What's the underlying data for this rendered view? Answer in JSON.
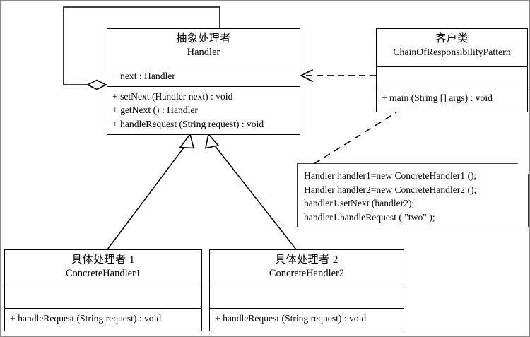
{
  "diagram": {
    "title": "Chain of Responsibility Pattern UML class diagram",
    "classes": [
      {
        "id": "handler",
        "name_cn": "抽象处理者",
        "name_en": "Handler",
        "attributes": [
          "− next : Handler"
        ],
        "operations": [
          "+ setNext (Handler next) : void",
          "+ getNext () : Handler",
          "+ handleRequest (String request) : void"
        ]
      },
      {
        "id": "client",
        "name_cn": "客户类",
        "name_en": "ChainOfResponsibilityPattern",
        "attributes": [],
        "operations": [
          "+ main (String [] args) : void"
        ]
      },
      {
        "id": "concrete1",
        "name_cn": "具体处理者 1",
        "name_en": "ConcreteHandler1",
        "attributes": [],
        "operations": [
          "+ handleRequest (String request) : void"
        ]
      },
      {
        "id": "concrete2",
        "name_cn": "具体处理者 2",
        "name_en": "ConcreteHandler2",
        "attributes": [],
        "operations": [
          "+ handleRequest (String request) : void"
        ]
      }
    ],
    "note": {
      "id": "code-note",
      "lines": [
        "Handler handler1=new ConcreteHandler1 ();",
        "Handler handler2=new ConcreteHandler2 ();",
        "handler1.setNext (handler2);",
        "handler1.handleRequest (  \"two\"  );"
      ]
    },
    "relations": [
      {
        "id": "self-aggregation",
        "kind": "aggregation",
        "from": "handler",
        "to": "handler"
      },
      {
        "id": "client-dependency",
        "kind": "dependency",
        "from": "client",
        "to": "handler"
      },
      {
        "id": "generalization-1",
        "kind": "generalization",
        "from": "concrete1",
        "to": "handler"
      },
      {
        "id": "generalization-2",
        "kind": "generalization",
        "from": "concrete2",
        "to": "handler"
      },
      {
        "id": "note-anchor",
        "kind": "note-link",
        "from": "code-note",
        "to": "client"
      }
    ],
    "colors": {
      "stroke": "#000000",
      "background": "#ffffff",
      "page_border": "#8a8a8a"
    }
  }
}
